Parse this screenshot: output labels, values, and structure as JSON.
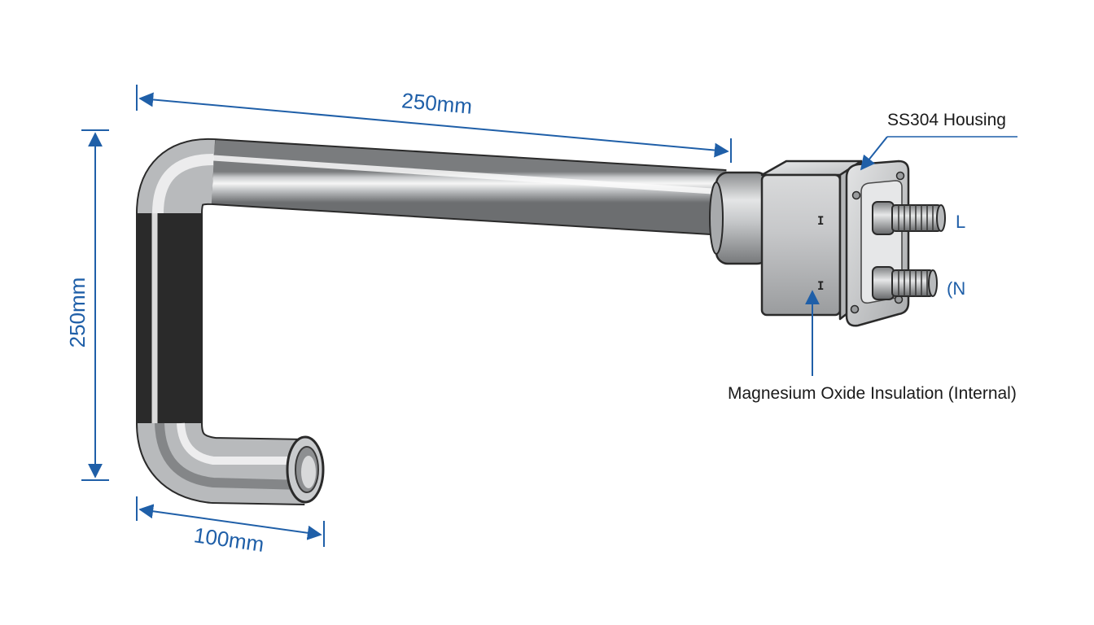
{
  "colors": {
    "dimension": "#1f5fa8",
    "callout_text": "#1a1a1a",
    "steel_light": "#f2f2f2",
    "steel_mid": "#b7b9bb",
    "steel_dark": "#6e7072",
    "outline": "#2a2a2a"
  },
  "dimensions": {
    "top_length": "250mm",
    "vertical_length": "250mm",
    "bottom_length": "100mm"
  },
  "callouts": {
    "housing": "SS304 Housing",
    "insulation": "Magnesium Oxide Insulation (Internal)"
  },
  "terminals": {
    "live": "L",
    "neutral": "(N"
  },
  "housing_marks": {
    "upper": "I",
    "lower": "I"
  }
}
